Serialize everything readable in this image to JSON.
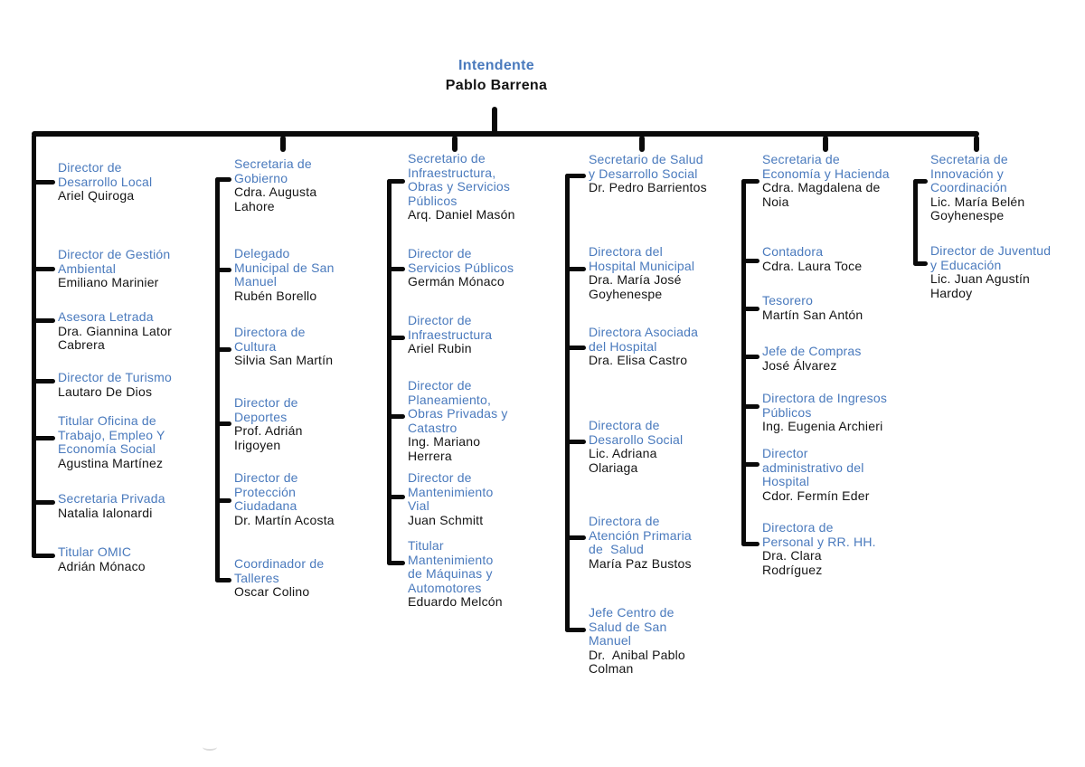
{
  "root": {
    "title": "Intendente",
    "name": "Pablo Barrena"
  },
  "colors": {
    "title_blue": "#4a7abd",
    "text_black": "#141414",
    "line_black": "#0a0a0a",
    "background": "#ffffff"
  },
  "columns": [
    {
      "id": "desarrollo-local",
      "items": [
        {
          "title": "Director de\nDesarrollo Local",
          "name": "Ariel Quiroga"
        },
        {
          "title": "Director de Gestión\nAmbiental",
          "name": "Emiliano Marinier"
        },
        {
          "title": "Asesora Letrada",
          "name": "Dra. Giannina Lator\nCabrera"
        },
        {
          "title": "Director de Turismo",
          "name": "Lautaro De Dios"
        },
        {
          "title": "Titular Oficina de\nTrabajo, Empleo Y\nEconomía Social",
          "name": "Agustina Martínez"
        },
        {
          "title": "Secretaria Privada",
          "name": "Natalia Ialonardi"
        },
        {
          "title": "Titular OMIC",
          "name": "Adrián Mónaco"
        }
      ]
    },
    {
      "id": "gobierno",
      "items": [
        {
          "title": "Secretaria de\nGobierno",
          "name": "Cdra. Augusta\nLahore"
        },
        {
          "title": "Delegado\nMunicipal de San\nManuel",
          "name": "Rubén Borello"
        },
        {
          "title": "Directora de\nCultura",
          "name": "Silvia San Martín"
        },
        {
          "title": "Director de\nDeportes",
          "name": "Prof. Adrián\nIrigoyen"
        },
        {
          "title": "Director de\nProtección\nCiudadana",
          "name": "Dr. Martín Acosta"
        },
        {
          "title": "Coordinador de\nTalleres",
          "name": "Oscar Colino"
        }
      ]
    },
    {
      "id": "infraestructura",
      "items": [
        {
          "title": "Secretario de\nInfraestructura,\nObras y Servicios\nPúblicos",
          "name": "Arq. Daniel Masón"
        },
        {
          "title": "Director de\nServicios Públicos",
          "name": "Germán Mónaco"
        },
        {
          "title": "Director de\nInfraestructura",
          "name": "Ariel Rubin"
        },
        {
          "title": "Director de\nPlaneamiento,\nObras Privadas y\nCatastro",
          "name": "Ing. Mariano\nHerrera"
        },
        {
          "title": "Director de\nMantenimiento\nVial",
          "name": "Juan Schmitt"
        },
        {
          "title": "Titular\nMantenimiento\nde Máquinas y\nAutomotores",
          "name": "Eduardo Melcón"
        }
      ]
    },
    {
      "id": "salud",
      "items": [
        {
          "title": "Secretario de Salud\ny Desarrollo Social",
          "name": "Dr. Pedro Barrientos"
        },
        {
          "title": "Directora del\nHospital Municipal",
          "name": "Dra. María José\nGoyhenespe"
        },
        {
          "title": "Directora Asociada\ndel Hospital",
          "name": "Dra. Elisa Castro"
        },
        {
          "title": "Directora de\nDesarollo Social",
          "name": "Lic. Adriana\nOlariaga"
        },
        {
          "title": "Directora de\nAtención Primaria\nde  Salud",
          "name": "María Paz Bustos"
        },
        {
          "title": "Jefe Centro de\nSalud de San\nManuel",
          "name": "Dr.  Anibal Pablo\nColman"
        }
      ]
    },
    {
      "id": "economia",
      "items": [
        {
          "title": "Secretaria de\nEconomía y Hacienda",
          "name": "Cdra. Magdalena de\nNoia"
        },
        {
          "title": "Contadora",
          "name": "Cdra. Laura Toce"
        },
        {
          "title": "Tesorero",
          "name": "Martín San Antón"
        },
        {
          "title": "Jefe de Compras",
          "name": "José Álvarez"
        },
        {
          "title": "Directora de Ingresos\nPúblicos",
          "name": "Ing. Eugenia Archieri"
        },
        {
          "title": "Director\nadministrativo del\nHospital",
          "name": "Cdor. Fermín Eder"
        },
        {
          "title": "Directora de\nPersonal y RR. HH.",
          "name": "Dra. Clara\nRodríguez"
        }
      ]
    },
    {
      "id": "innovacion",
      "items": [
        {
          "title": "Secretaria de\nInnovación y\nCoordinación",
          "name": "Lic. María Belén\nGoyhenespe"
        },
        {
          "title": "Director de Juventud\ny Educación",
          "name": "Lic. Juan Agustín\nHardoy"
        }
      ]
    }
  ]
}
